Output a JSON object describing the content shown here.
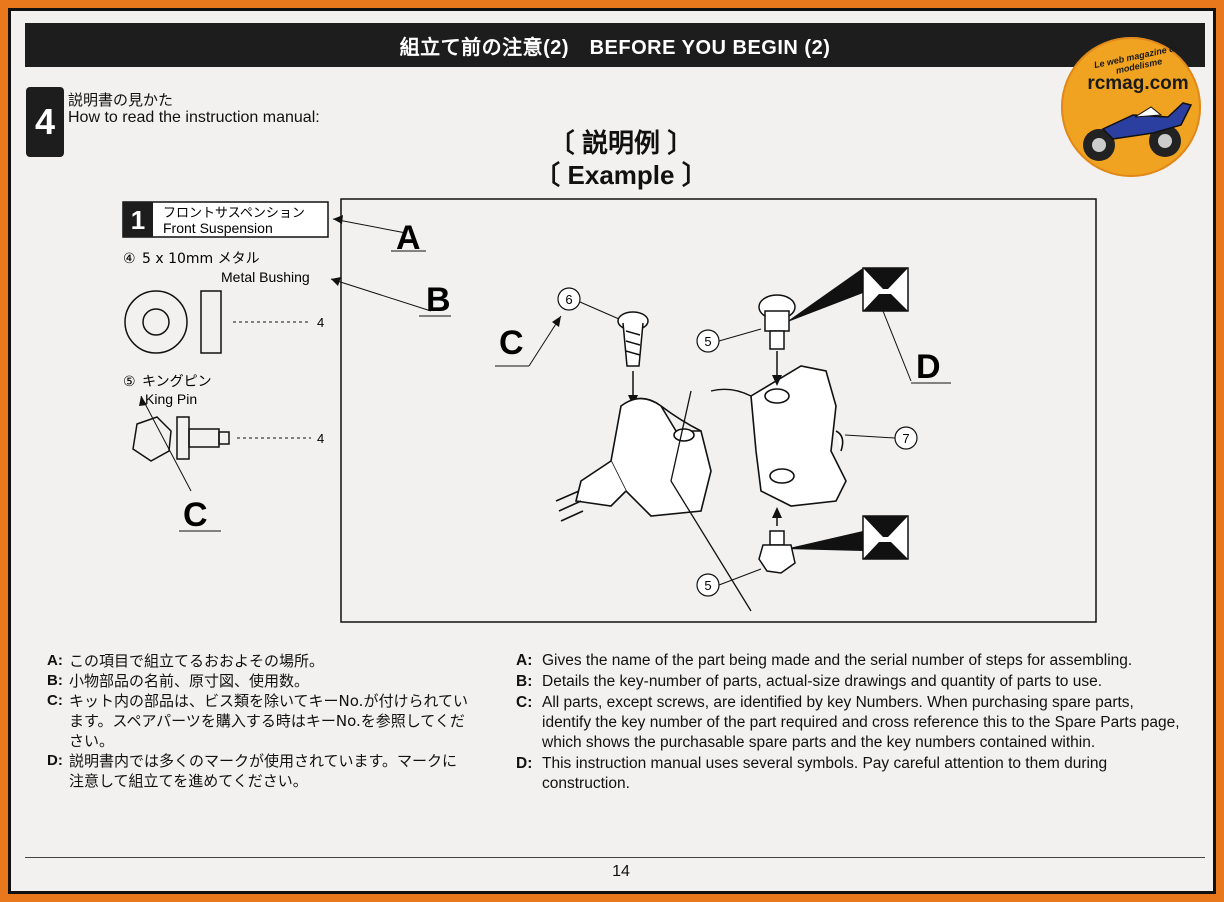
{
  "header": {
    "title": "組立て前の注意(2)　BEFORE YOU BEGIN (2)"
  },
  "step": {
    "number": "4",
    "title_jp": "説明書の見かた",
    "title_en": "How to read the instruction manual:"
  },
  "example": {
    "title_jp": "〔 説明例 〕",
    "title_en": "〔 Example 〕"
  },
  "logo": {
    "text": "rcmag.com",
    "tagline": "Le web magazine du modelisme"
  },
  "sample_step": {
    "number": "1",
    "title_jp": "フロントサスペンション",
    "title_en": "Front Suspension"
  },
  "parts": [
    {
      "key": "④",
      "size_jp": "5 x 10mm  メタル",
      "name_en": "Metal Bushing",
      "qty": "4"
    },
    {
      "key": "⑤",
      "name_jp": "キングピン",
      "name_en": "King Pin",
      "qty": "4"
    }
  ],
  "callouts": [
    "A",
    "B",
    "C",
    "D"
  ],
  "diagram_numbers": {
    "screw": "6",
    "kingpin_top": "5",
    "kingpin_bottom": "5",
    "bushing": "7"
  },
  "notes_jp": [
    {
      "key": "A:",
      "text": "この項目で組立てるおおよその場所。"
    },
    {
      "key": "B:",
      "text": "小物部品の名前、原寸図、使用数。"
    },
    {
      "key": "C:",
      "text": "キット内の部品は、ビス類を除いてキーNo.が付けられています。スペアパーツを購入する時はキーNo.を参照してください。"
    },
    {
      "key": "D:",
      "text": "説明書内では多くのマークが使用されています。マークに注意して組立てを進めてください。"
    }
  ],
  "notes_en": [
    {
      "key": "A:",
      "text": "Gives the name of the part being made and the serial number of steps for assembling."
    },
    {
      "key": "B:",
      "text": "Details the key-number of parts, actual-size drawings and quantity of parts to use."
    },
    {
      "key": "C:",
      "text": "All parts, except screws, are identified by key Numbers.  When purchasing spare parts, identify the key number of the part required and cross reference this to the Spare Parts page, which shows the purchasable spare parts and the key numbers contained within."
    },
    {
      "key": "D:",
      "text": "This instruction manual uses several symbols.  Pay careful attention to them during construction."
    }
  ],
  "page_number": "14"
}
